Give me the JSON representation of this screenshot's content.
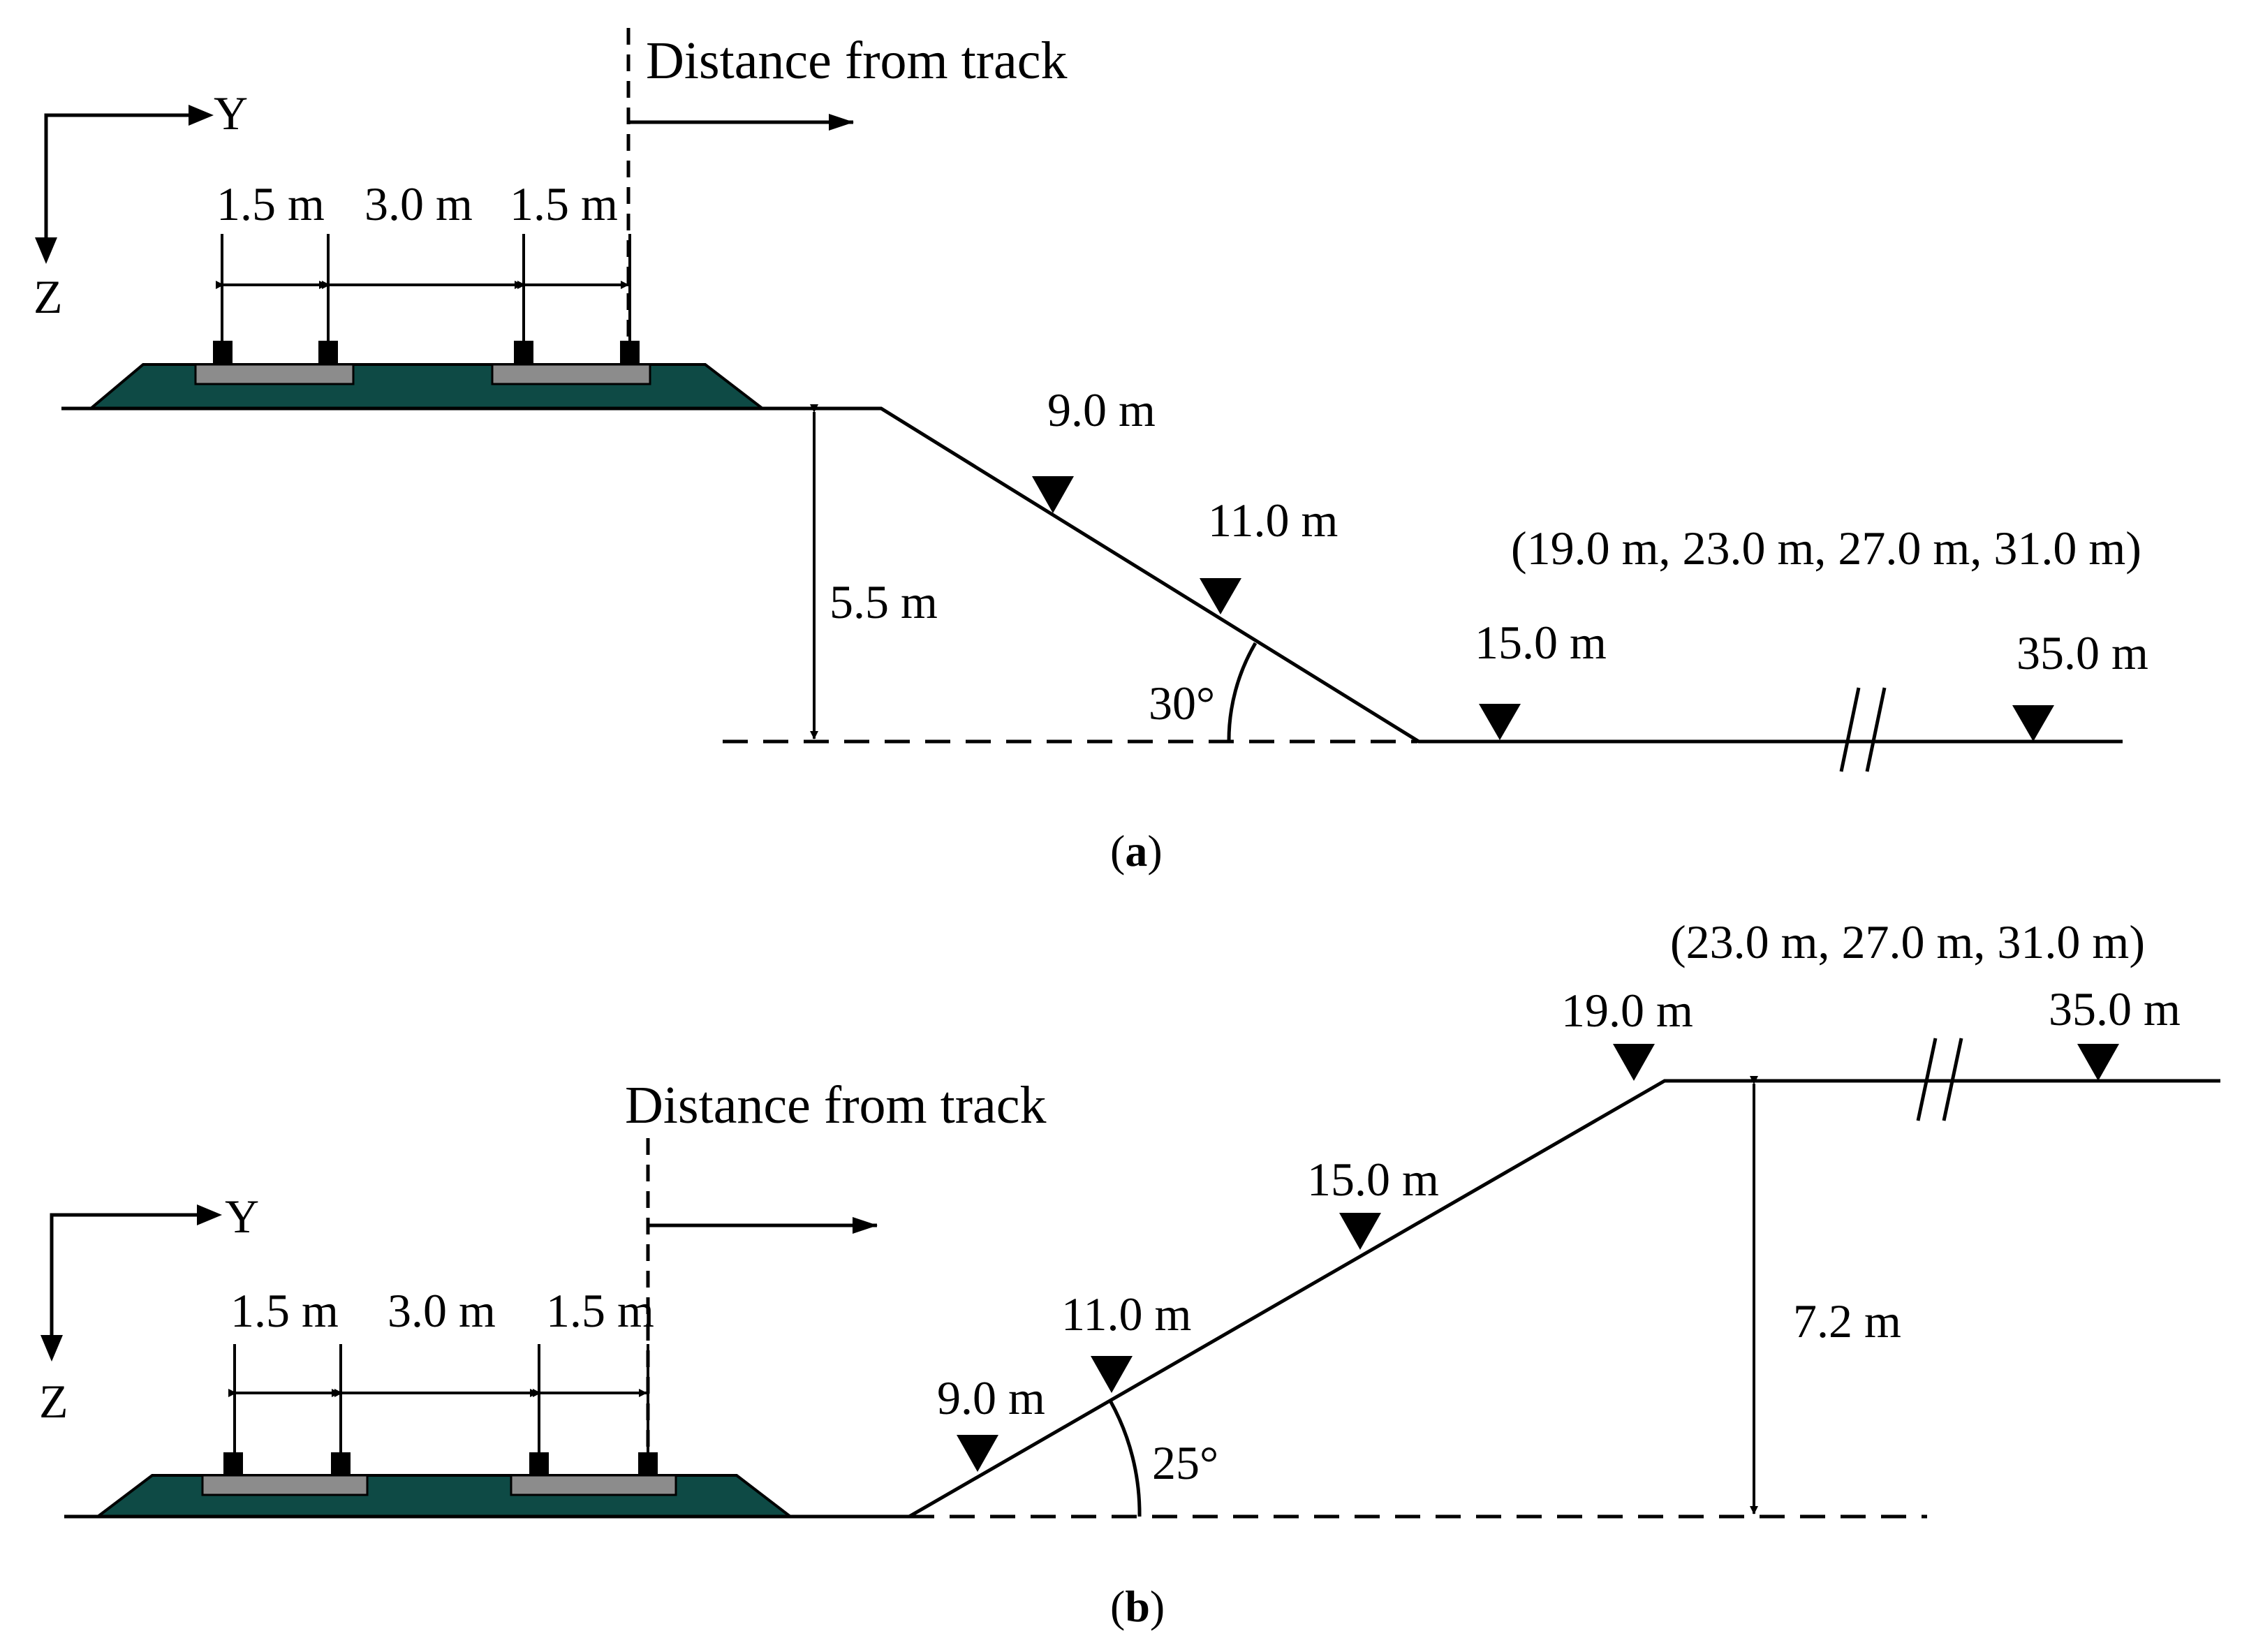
{
  "panel_a": {
    "axis_y": "Y",
    "axis_z": "Z",
    "distance_label": "Distance from track",
    "dim_1": "1.5 m",
    "dim_2": "3.0 m",
    "dim_3": "1.5 m",
    "height": "5.5 m",
    "angle": "30°",
    "points": [
      "9.0 m",
      "11.0 m",
      "15.0 m",
      "35.0 m"
    ],
    "group_label": "(19.0 m, 23.0 m, 27.0 m, 31.0 m)",
    "caption_open": "(",
    "caption_letter": "a",
    "caption_close": ")"
  },
  "panel_b": {
    "axis_y": "Y",
    "axis_z": "Z",
    "distance_label": "Distance from track",
    "dim_1": "1.5 m",
    "dim_2": "3.0 m",
    "dim_3": "1.5 m",
    "height": "7.2 m",
    "angle": "25°",
    "points": [
      "9.0 m",
      "11.0 m",
      "15.0 m",
      "19.0 m",
      "35.0 m"
    ],
    "group_label": "(23.0 m, 27.0 m, 31.0 m)",
    "caption_open": "(",
    "caption_letter": "b",
    "caption_close": ")"
  },
  "colors": {
    "embankment": "#0e4a45",
    "sleeper": "#8c8c8c",
    "rail": "#000000",
    "line": "#000000"
  }
}
